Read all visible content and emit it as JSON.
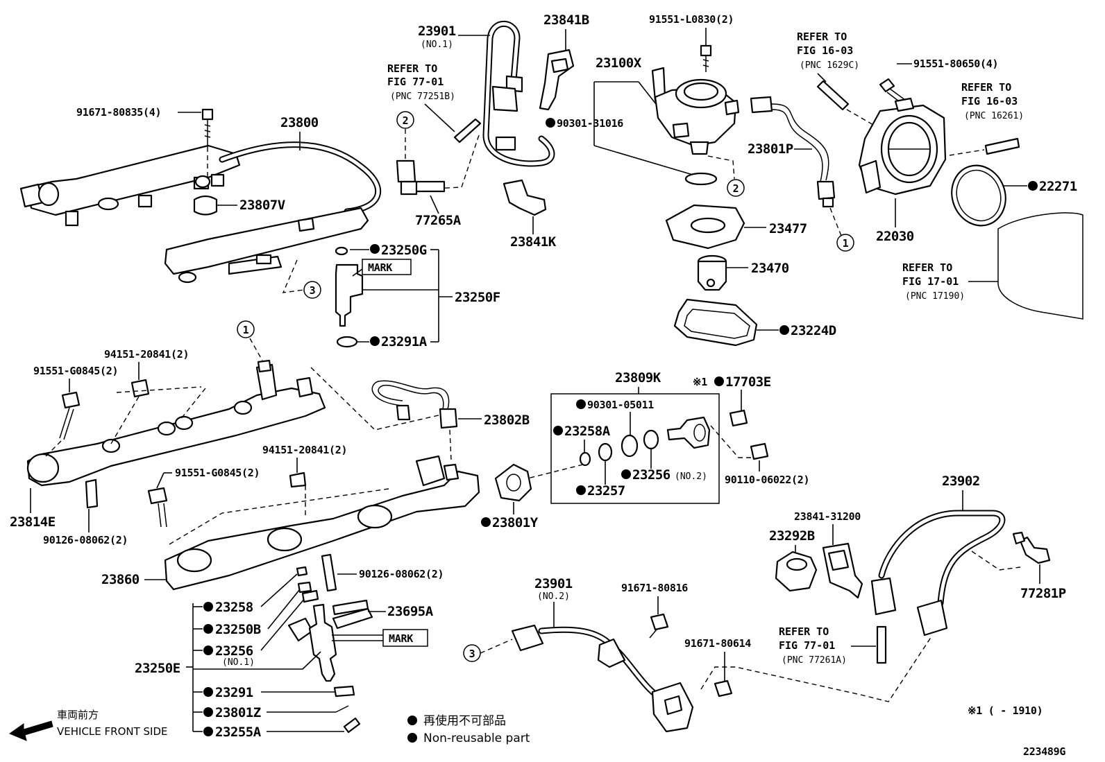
{
  "labels": {
    "p23901a": "23901",
    "p23901a_sub": "(NO.1)",
    "p23841B": "23841B",
    "p91551L": "91551-L0830(2)",
    "p23100X": "23100X",
    "p90301_31016": "90301-31016",
    "p91671_835": "91671-80835(4)",
    "p23800": "23800",
    "p23807V": "23807V",
    "p77265A": "77265A",
    "p23841K": "23841K",
    "p23801P": "23801P",
    "p23477": "23477",
    "p23470": "23470",
    "p23224D": "23224D",
    "p91551_806": "91551-80650(4)",
    "p22271": "22271",
    "p22030": "22030",
    "p23250G": "23250G",
    "p23250F": "23250F",
    "p23291A": "23291A",
    "mark1": "MARK",
    "p94151a": "94151-20841(2)",
    "p91551Ga": "91551-G0845(2)",
    "p23814E": "23814E",
    "p90126a": "90126-08062(2)",
    "p23802B": "23802B",
    "p94151b": "94151-20841(2)",
    "p91551Gb": "91551-G0845(2)",
    "p23860": "23860",
    "p90126b": "90126-08062(2)",
    "p23809K": "23809K",
    "p17703E": "17703E",
    "p17703E_mark": "※1",
    "p90301_05": "90301-05011",
    "p23258A": "23258A",
    "p23256b": "23256",
    "p23256b_sub": "(NO.2)",
    "p23257": "23257",
    "p90110": "90110-06022(2)",
    "p23801Y": "23801Y",
    "p23902": "23902",
    "p23841_312": "23841-31200",
    "p23292B": "23292B",
    "p77281P": "77281P",
    "p23258": "23258",
    "p23250B": "23250B",
    "p23256a": "23256",
    "p23256a_sub": "(NO.1)",
    "p23250E": "23250E",
    "p23291": "23291",
    "p23801Z": "23801Z",
    "p23255A": "23255A",
    "p23695A": "23695A",
    "mark2": "MARK",
    "p23901b": "23901",
    "p23901b_sub": "(NO.2)",
    "p91671_816": "91671-80816",
    "p91671_614": "91671-80614",
    "note_range": "※1 (      - 1910)",
    "fig_id": "223489G",
    "callout1": "1",
    "callout2": "2",
    "callout3": "3"
  },
  "refers": [
    {
      "l1": "REFER TO",
      "l2": "FIG 77-01",
      "l3": "(PNC 77251B)"
    },
    {
      "l1": "REFER TO",
      "l2": "FIG 16-03",
      "l3": "(PNC 1629C)"
    },
    {
      "l1": "REFER TO",
      "l2": "FIG 16-03",
      "l3": "(PNC 16261)"
    },
    {
      "l1": "REFER TO",
      "l2": "FIG 17-01",
      "l3": "(PNC 17190)"
    },
    {
      "l1": "REFER TO",
      "l2": "FIG 77-01",
      "l3": "(PNC 77261A)"
    }
  ],
  "legend": {
    "front_jp": "車両前方",
    "front_en": "VEHICLE FRONT SIDE",
    "nonreuse_jp": "再使用不可部品",
    "nonreuse_en": "Non-reusable part"
  }
}
